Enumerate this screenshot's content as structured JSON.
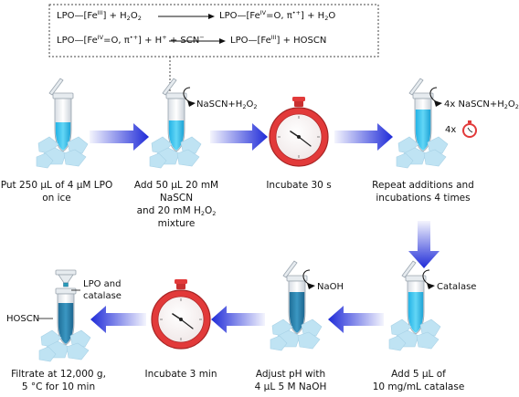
{
  "equations": {
    "eq1": {
      "left": "LPO—[Fe<sup>III</sup>] + H<sub>2</sub>O<sub>2</sub>",
      "right": "LPO—[Fe<sup>IV</sup>=O, π<sup>•+</sup>] + H<sub>2</sub>O"
    },
    "eq2": {
      "left": "LPO—[Fe<sup>IV</sup>=O, π<sup>•+</sup>] + H<sup>+</sup> + SCN<sup>−</sup>",
      "right": "LPO—[Fe<sup>III</sup>] + HOSCN"
    }
  },
  "steps": {
    "s1": "Put 250 µL of 4 µM LPO<br>on ice",
    "s2": "Add 50 µL 20 mM NaSCN<br>and 20 mM H<sub>2</sub>O<sub>2</sub> mixture",
    "s3": "Incubate 30 s",
    "s4": "Repeat additions and<br>incubations 4 times",
    "s5": "Add 5 µL of<br>10 mg/mL catalase",
    "s6": "Adjust pH with<br>4 µL 5 M NaOH",
    "s7": "Incubate 3 min",
    "s8": "Filtrate at 12,000 g,<br>5 °C for 10 min"
  },
  "reagents": {
    "r2": "NaSCN+H<sub>2</sub>O<sub>2</sub>",
    "r4": "4x NaSCN+H<sub>2</sub>O<sub>2</sub>",
    "r4b": "4x",
    "r5": "Catalase",
    "r6": "NaOH",
    "r8a": "LPO and<br>catalase",
    "r8b": "HOSCN"
  },
  "colors": {
    "arrow": "#1f2bd8",
    "liquid_light": "#3ec6ee",
    "liquid_dark": "#2a7ea8",
    "ice": "#bfe3f3",
    "timer_red": "#e23a3a"
  }
}
